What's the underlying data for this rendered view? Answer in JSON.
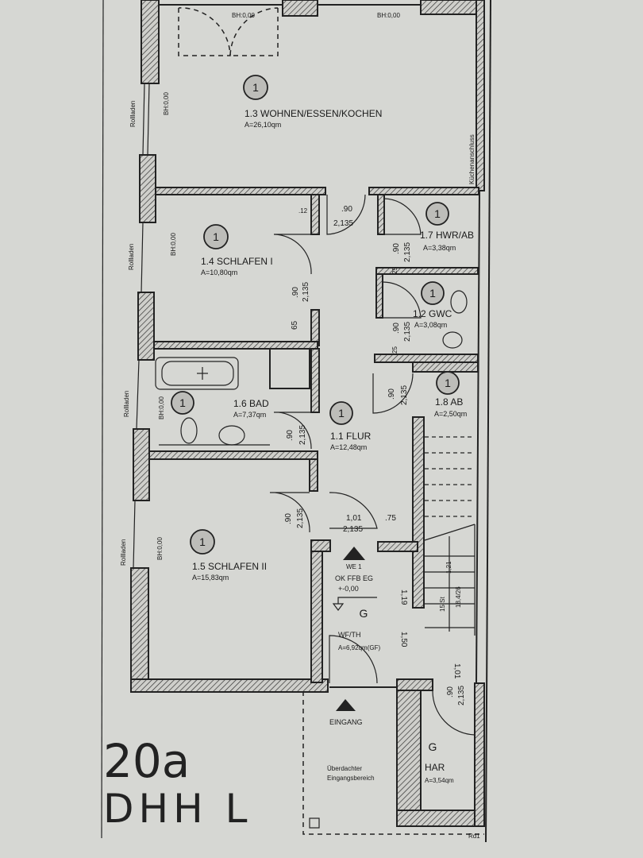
{
  "plan": {
    "house_number": "20a",
    "house_type": "DHH  L",
    "rooms": [
      {
        "badge": "1",
        "name": "1.3 WOHNEN/ESSEN/KOCHEN",
        "area": "A=26,10qm"
      },
      {
        "badge": "1",
        "name": "1.4 SCHLAFEN I",
        "area": "A=10,80qm"
      },
      {
        "badge": "1",
        "name": "1.6 BAD",
        "area": "A=7,37qm"
      },
      {
        "badge": "1",
        "name": "1.1 FLUR",
        "area": "A=12,48qm"
      },
      {
        "badge": "1",
        "name": "1.5 SCHLAFEN II",
        "area": "A=15,83qm"
      },
      {
        "badge": "1",
        "name": "1.7 HWR/AB",
        "area": "A=3,38qm"
      },
      {
        "badge": "1",
        "name": "1.2 GWC",
        "area": "A=3,08qm"
      },
      {
        "badge": "1",
        "name": "1.8 AB",
        "area": "A=2,50qm"
      },
      {
        "badge": "G",
        "name": "WF/TH",
        "area": "A=6,92qm(GF)"
      },
      {
        "badge": "G",
        "name": "HAR",
        "area": "A=3,54qm"
      }
    ],
    "entrance": "EINGANG",
    "covered_entrance": [
      "Überdachter",
      "Eingangsbereich"
    ],
    "level": [
      "WE 1",
      "OK FFB EG",
      "+-0,00"
    ],
    "sill_label": "BH:0,00",
    "shutter_label": "Rollladen",
    "kitchen_connection": "Küchenanschluss",
    "dimensions": {
      "d1": ".90",
      "d2": "2,135",
      "d3": ".12",
      "d4": "65",
      "d5": "1,01",
      "d6": ".75",
      "d7": "1,19",
      "d8": "1,50",
      "d9": "1,01",
      "d10": "25",
      "stairs": "15 St",
      "stairs2": "18,4/26",
      "stairs3": "1,21",
      "rd": "Rd1"
    }
  }
}
